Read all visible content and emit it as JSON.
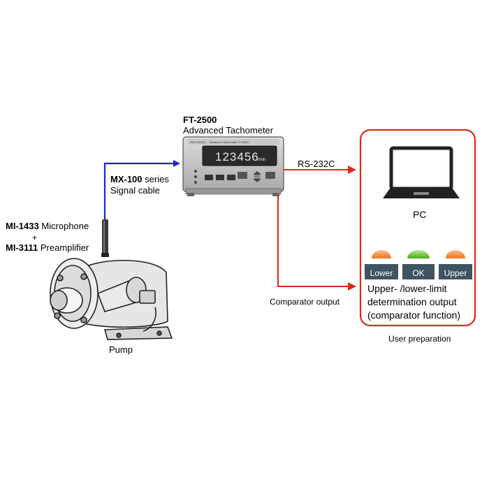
{
  "tachometer": {
    "model": "FT-2500",
    "name": "Advanced Tachometer",
    "display_value": "123456",
    "display_unit": "r/min"
  },
  "cable": {
    "model": "MX-100",
    "suffix": " series",
    "name": "Signal cable"
  },
  "microphone": {
    "model": "MI-1433",
    "name": " Microphone",
    "plus": "+"
  },
  "preamp": {
    "model": "MI-3111",
    "name": " Preamplifier"
  },
  "pump": {
    "label": "Pump"
  },
  "link_pc": {
    "label": "RS-232C"
  },
  "link_comparator": {
    "label": "Comparator output"
  },
  "user_box": {
    "pc_label": "PC",
    "lamps": [
      {
        "label": "Lower",
        "color": "#f08a2c"
      },
      {
        "label": "OK",
        "color": "#6cc23a"
      },
      {
        "label": "Upper",
        "color": "#f08a2c"
      }
    ],
    "description": [
      "Upper- /lower-limit",
      "determination output",
      "(comparator function)"
    ],
    "caption": "User preparation"
  },
  "colors": {
    "signal_cable": "#2222cc",
    "output_arrows": "#e0291a",
    "user_box_border": "#e0291a"
  }
}
